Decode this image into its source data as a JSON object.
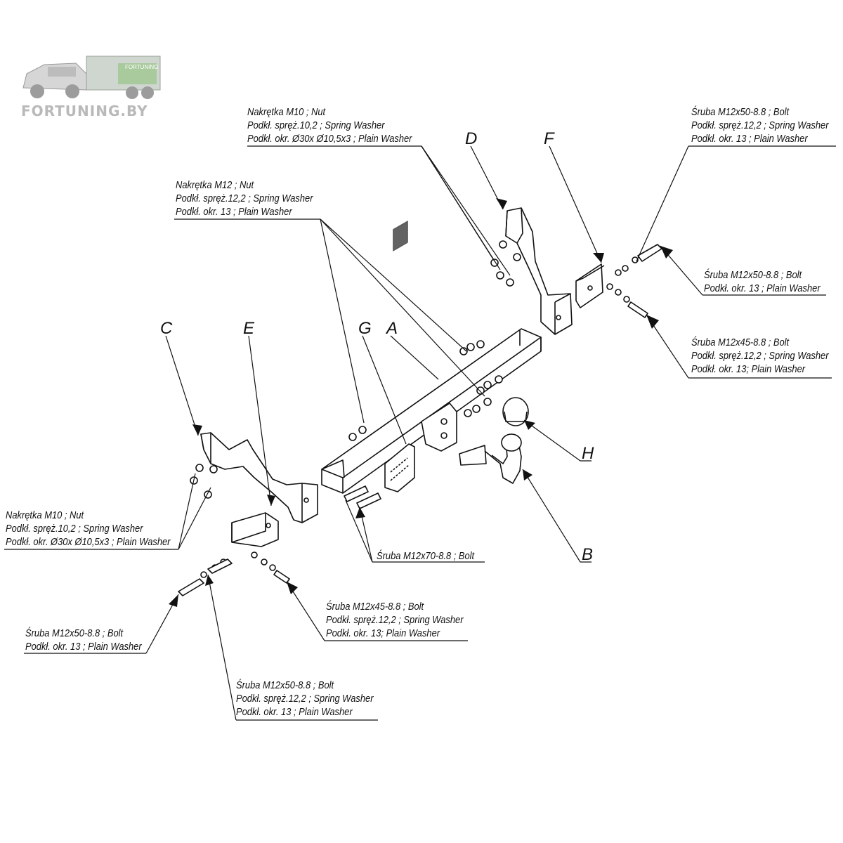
{
  "watermark": {
    "text": "FORTUNING.BY",
    "badge": "FORTUNING"
  },
  "part_letters": [
    "A",
    "B",
    "C",
    "D",
    "E",
    "F",
    "G",
    "H"
  ],
  "callouts": {
    "nut_m10_top": [
      "Nakrętka  M10 ; Nut",
      "Podkł. spręż.10,2 ; Spring Washer",
      "Podkł. okr. Ø30x Ø10,5x3 ; Plain Washer"
    ],
    "nut_m12": [
      "Nakrętka  M12 ; Nut",
      "Podkł. spręż.12,2 ; Spring Washer",
      "Podkł. okr. 13 ; Plain Washer"
    ],
    "bolt_m12x50_top_right": [
      "Śruba M12x50-8.8 ;  Bolt",
      "Podkł. spręż.12,2 ; Spring Washer",
      "Podkł. okr. 13 ; Plain Washer"
    ],
    "bolt_m12x50_mid_right": [
      "Śruba M12x50-8.8 ;  Bolt",
      "Podkł. okr. 13 ; Plain Washer"
    ],
    "bolt_m12x45_right": [
      "Śruba M12x45-8.8 ;  Bolt",
      "Podkł. spręż.12,2 ; Spring Washer",
      "Podkł. okr. 13; Plain Washer"
    ],
    "nut_m10_left": [
      "Nakrętka  M10 ; Nut",
      "Podkł. spręż.10,2 ; Spring Washer",
      "Podkł. okr. Ø30x Ø10,5x3 ; Plain Washer"
    ],
    "bolt_m12x70": [
      "Śruba M12x70-8.8 ;  Bolt"
    ],
    "bolt_m12x45_bottom": [
      "Śruba M12x45-8.8 ;  Bolt",
      "Podkł. spręż.12,2 ; Spring Washer",
      "Podkł. okr. 13; Plain Washer"
    ],
    "bolt_m12x50_left": [
      "Śruba M12x50-8.8 ;  Bolt",
      "Podkł. okr. 13 ; Plain Washer"
    ],
    "bolt_m12x50_bottom": [
      "Śruba M12x50-8.8 ;  Bolt",
      "Podkł. spręż.12,2 ; Spring Washer",
      "Podkł. okr. 13 ; Plain Washer"
    ]
  }
}
